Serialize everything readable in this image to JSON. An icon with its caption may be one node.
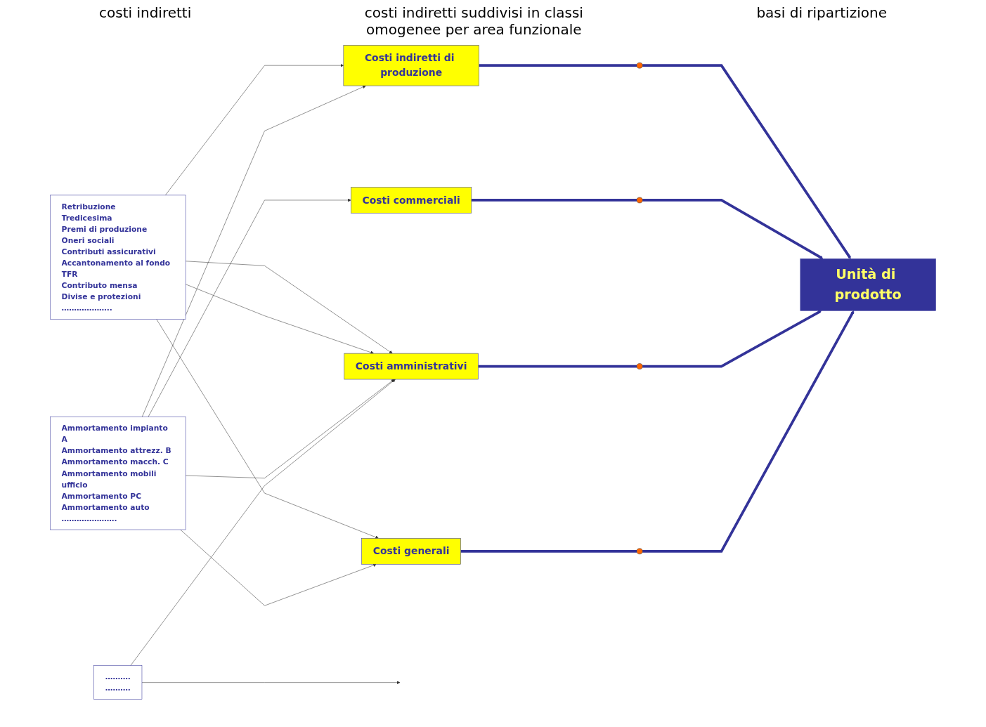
{
  "diagram": {
    "nodes": [
      {
        "text": [
          "Retribuzione",
          "Tredicesima",
          "Premi di produzione",
          "Oneri sociali",
          "Contributi assicurativi",
          "Accantonamento al fondo TFR",
          "Contributo mensa",
          "Divise e protezioni",
          "……………….."
        ]
      },
      {
        "text": [
          "Ammortamento impianto A",
          "Ammortamento attrezz. B",
          "Ammortamento macch. C",
          "Ammortamento mobili ufficio",
          "Ammortamento PC",
          "Ammortamento auto",
          "…………………."
        ]
      },
      {
        "text": [
          "……….",
          "………."
        ]
      },
      {
        "text": [
          "Costi indiretti di produzione"
        ]
      },
      {
        "text": [
          "Costi commerciali"
        ]
      },
      {
        "text": [
          "Costi amministrativi"
        ]
      },
      {
        "text": [
          "Costi generali"
        ]
      },
      {
        "text": [],
        "shape": "circle"
      },
      {
        "text": [],
        "shape": "circle"
      },
      {
        "text": [],
        "shape": "circle"
      },
      {
        "text": [],
        "shape": "circle"
      },
      {
        "text": [
          "Unità di prodotto"
        ]
      }
    ],
    "edges": [
      {
        "from": 0,
        "to": 3,
        "arrow": "to"
      },
      {
        "from": 0,
        "to": 5,
        "arrow": "to"
      },
      {
        "from": 0,
        "to": 5,
        "arrow": "to"
      },
      {
        "from": 0,
        "to": 6,
        "arrow": "to"
      },
      {
        "from": 1,
        "to": 3,
        "arrow": "to"
      },
      {
        "from": 1,
        "to": 4,
        "arrow": "to"
      },
      {
        "from": 1,
        "to": 5,
        "arrow": "to"
      },
      {
        "from": 1,
        "to": 6,
        "arrow": "to"
      },
      {
        "from": 2,
        "to": 5,
        "arrow": "to"
      },
      {
        "from": 2,
        "to": null,
        "arrow": "to"
      },
      {
        "from": 3,
        "to": 7,
        "arrow": "none",
        "style": "thick",
        "color": "#333399"
      },
      {
        "from": 7,
        "to": 11,
        "arrow": "to",
        "style": "thick",
        "color": "#333399"
      },
      {
        "from": 4,
        "to": 8,
        "arrow": "none",
        "style": "thick",
        "color": "#333399"
      },
      {
        "from": 8,
        "to": 11,
        "arrow": "to",
        "style": "thick",
        "color": "#333399"
      },
      {
        "from": 5,
        "to": 9,
        "arrow": "none",
        "style": "thick",
        "color": "#333399"
      },
      {
        "from": 9,
        "to": 11,
        "arrow": "to",
        "style": "thick",
        "color": "#333399"
      },
      {
        "from": 6,
        "to": 10,
        "arrow": "none",
        "style": "thick",
        "color": "#333399"
      },
      {
        "from": 10,
        "to": 11,
        "arrow": "to",
        "style": "thick",
        "color": "#333399"
      }
    ],
    "labels": [
      "costi indiretti",
      "costi indiretti suddivisi in classi omogenee per area funzionale",
      "basi di ripartizione"
    ]
  }
}
